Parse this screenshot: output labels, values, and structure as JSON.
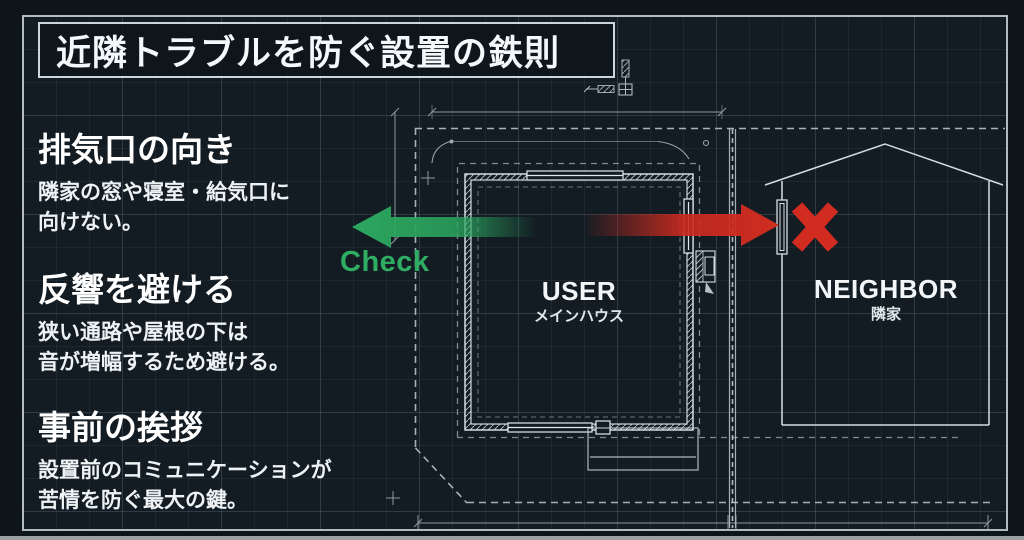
{
  "title": "近隣トラブルを防ぐ設置の鉄則",
  "sections": [
    {
      "heading": "排気口の向き",
      "body_lines": [
        "隣家の窓や寝室・給気口に",
        "向けない。"
      ]
    },
    {
      "heading": "反響を避ける",
      "body_lines": [
        "狭い通路や屋根の下は",
        "音が増幅するため避ける。"
      ]
    },
    {
      "heading": "事前の挨拶",
      "body_lines": [
        "設置前のコミュニケーションが",
        "苦情を防ぐ最大の鍵。"
      ]
    }
  ],
  "diagram": {
    "check_label": "Check",
    "user": {
      "label": "USER",
      "sublabel": "メインハウス"
    },
    "neighbor": {
      "label": "NEIGHBOR",
      "sublabel": "隣家"
    },
    "icons": {
      "good_arrow": "green-arrow-left",
      "bad_arrow": "red-arrow-right",
      "prohibited": "red-x-mark"
    },
    "colors": {
      "good": "#2ca75f",
      "bad": "#cb2a1f",
      "line": "#c9d4da",
      "background": "#131c23"
    }
  }
}
